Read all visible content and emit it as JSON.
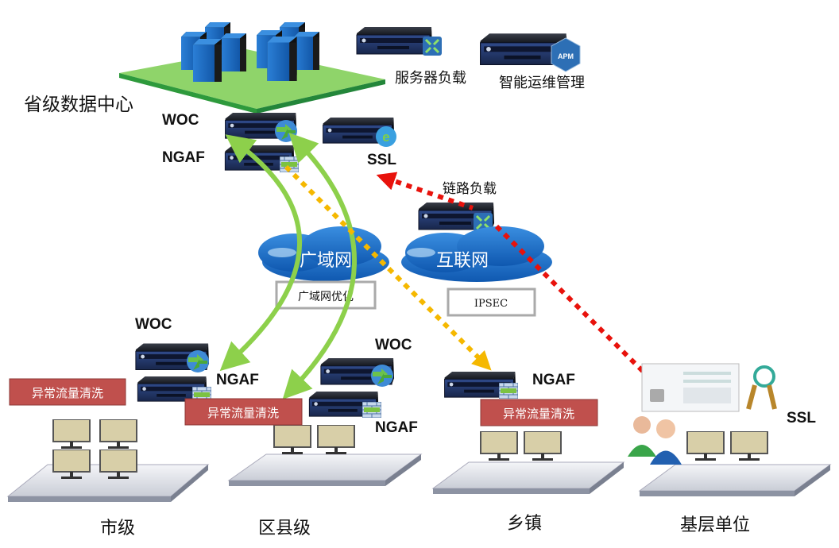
{
  "datacenter": {
    "title": "省级数据中心",
    "server_lb_label": "服务器负载",
    "apm_label": "智能运维管理",
    "apm_badge": "APM",
    "woc_label": "WOC",
    "ngaf_label": "NGAF",
    "ssl_label": "SSL",
    "link_lb_label": "链路负载"
  },
  "networks": {
    "wan": "广域网",
    "internet": "互联网",
    "wan_opt_box": "广域网优化",
    "ipsec_box": "IPSEC"
  },
  "sites": [
    {
      "name": "市级",
      "woc_label": "WOC",
      "ngaf_label": "NGAF",
      "cleaning": "异常流量清洗"
    },
    {
      "name": "区县级",
      "woc_label": "WOC",
      "ngaf_label": "NGAF",
      "cleaning": "异常流量清洗"
    },
    {
      "name": "乡镇",
      "ngaf_label": "NGAF",
      "cleaning": "异常流量清洗"
    },
    {
      "name": "基层单位",
      "ssl_label": "SSL"
    }
  ],
  "colors": {
    "wan_link": "#8dd04b",
    "ipsec_link": "#f5b800",
    "ssl_link": "#e8120c",
    "cleaning_box": "#c0504d",
    "cloud": "#1f6fc4",
    "platform_green": "#5cc23c"
  }
}
